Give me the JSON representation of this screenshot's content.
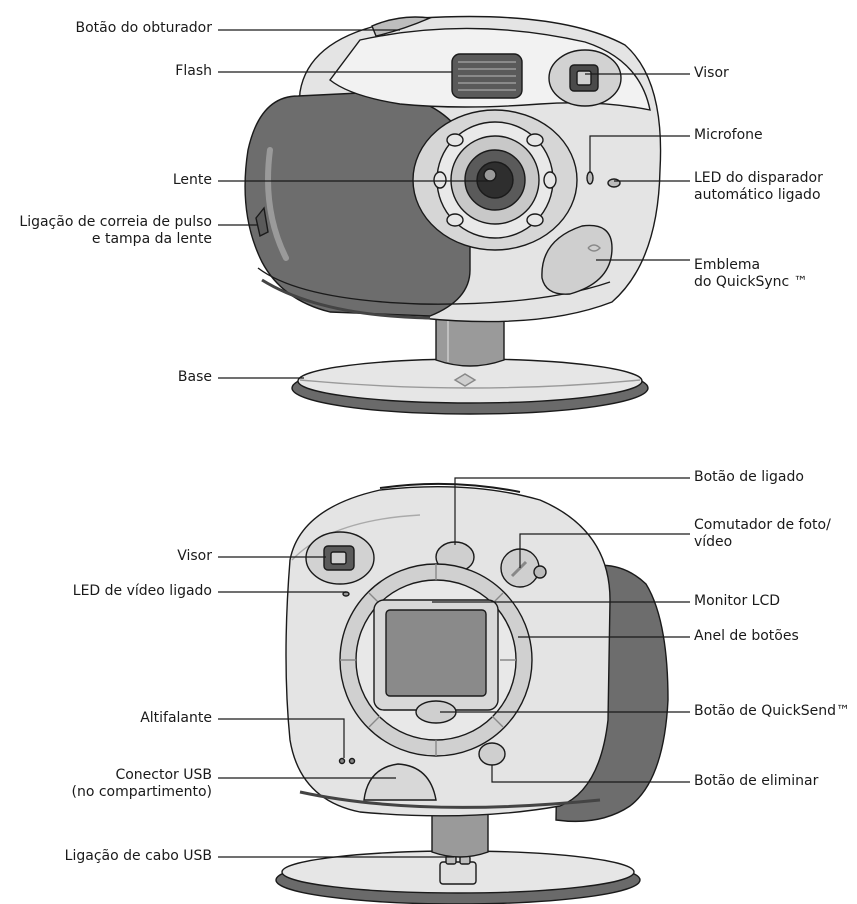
{
  "colors": {
    "stroke": "#1a1a1a",
    "body_light": "#e3e3e3",
    "body_mid": "#bdbdbd",
    "body_dark": "#707070",
    "grip_dark": "#5e5e5e",
    "lcd": "#8a8a8a"
  },
  "front_labels": {
    "shutter_button": "Botão do obturador",
    "flash": "Flash",
    "viewfinder": "Visor",
    "microphone": "Microfone",
    "lens": "Lente",
    "self_timer_led": "LED do disparador\nautomático ligado",
    "wrist_strap": "Ligação de correia de pulso\ne tampa da lente",
    "quicksync_emblem": "Emblema\ndo QuickSync ™",
    "base": "Base"
  },
  "back_labels": {
    "power_button": "Botão de ligado",
    "viewfinder": "Visor",
    "photo_video_switch": "Comutador de foto/\nvídeo",
    "video_led": "LED de vídeo ligado",
    "lcd_monitor": "Monitor LCD",
    "button_ring": "Anel de botões",
    "quicksend_button": "Botão de QuickSend™",
    "speaker": "Altifalante",
    "usb_connector": "Conector USB\n(no compartimento)",
    "delete_button": "Botão de eliminar",
    "usb_cable": "Ligação de cabo USB"
  }
}
